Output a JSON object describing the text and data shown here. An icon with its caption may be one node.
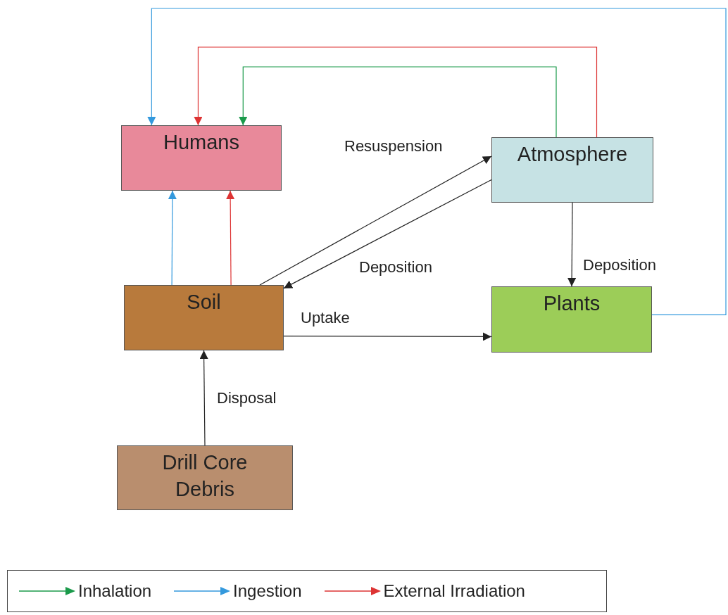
{
  "diagram": {
    "nodes": [
      {
        "text": [
          "Humans"
        ]
      },
      {
        "text": [
          "Atmosphere"
        ]
      },
      {
        "text": [
          "Soil"
        ]
      },
      {
        "text": [
          "Plants"
        ]
      },
      {
        "text": [
          "Drill Core Debris"
        ]
      }
    ],
    "edges": [
      {
        "from": 3,
        "to": 0,
        "arrow": "to",
        "color": "#3399dd"
      },
      {
        "from": 1,
        "to": 0,
        "arrow": "to",
        "color": "#dd3333"
      },
      {
        "from": 1,
        "to": 0,
        "arrow": "to",
        "color": "#1a9a4a"
      },
      {
        "from": 2,
        "to": 0,
        "arrow": "to",
        "color": "#3399dd"
      },
      {
        "from": 2,
        "to": 0,
        "arrow": "to",
        "color": "#dd3333"
      },
      {
        "from": 2,
        "to": 1,
        "arrow": "to",
        "label": "Resuspension"
      },
      {
        "from": 1,
        "to": 2,
        "arrow": "to",
        "label": "Deposition"
      },
      {
        "from": 1,
        "to": 3,
        "arrow": "to",
        "label": "Deposition"
      },
      {
        "from": 2,
        "to": 3,
        "arrow": "to",
        "label": "Uptake"
      },
      {
        "from": 4,
        "to": 2,
        "arrow": "to",
        "label": "Disposal"
      }
    ],
    "legend": [
      {
        "text": "Inhalation",
        "color": "#1a9a4a"
      },
      {
        "text": "Ingestion",
        "color": "#3399dd"
      },
      {
        "text": "External Irradiation",
        "color": "#dd3333"
      }
    ]
  }
}
